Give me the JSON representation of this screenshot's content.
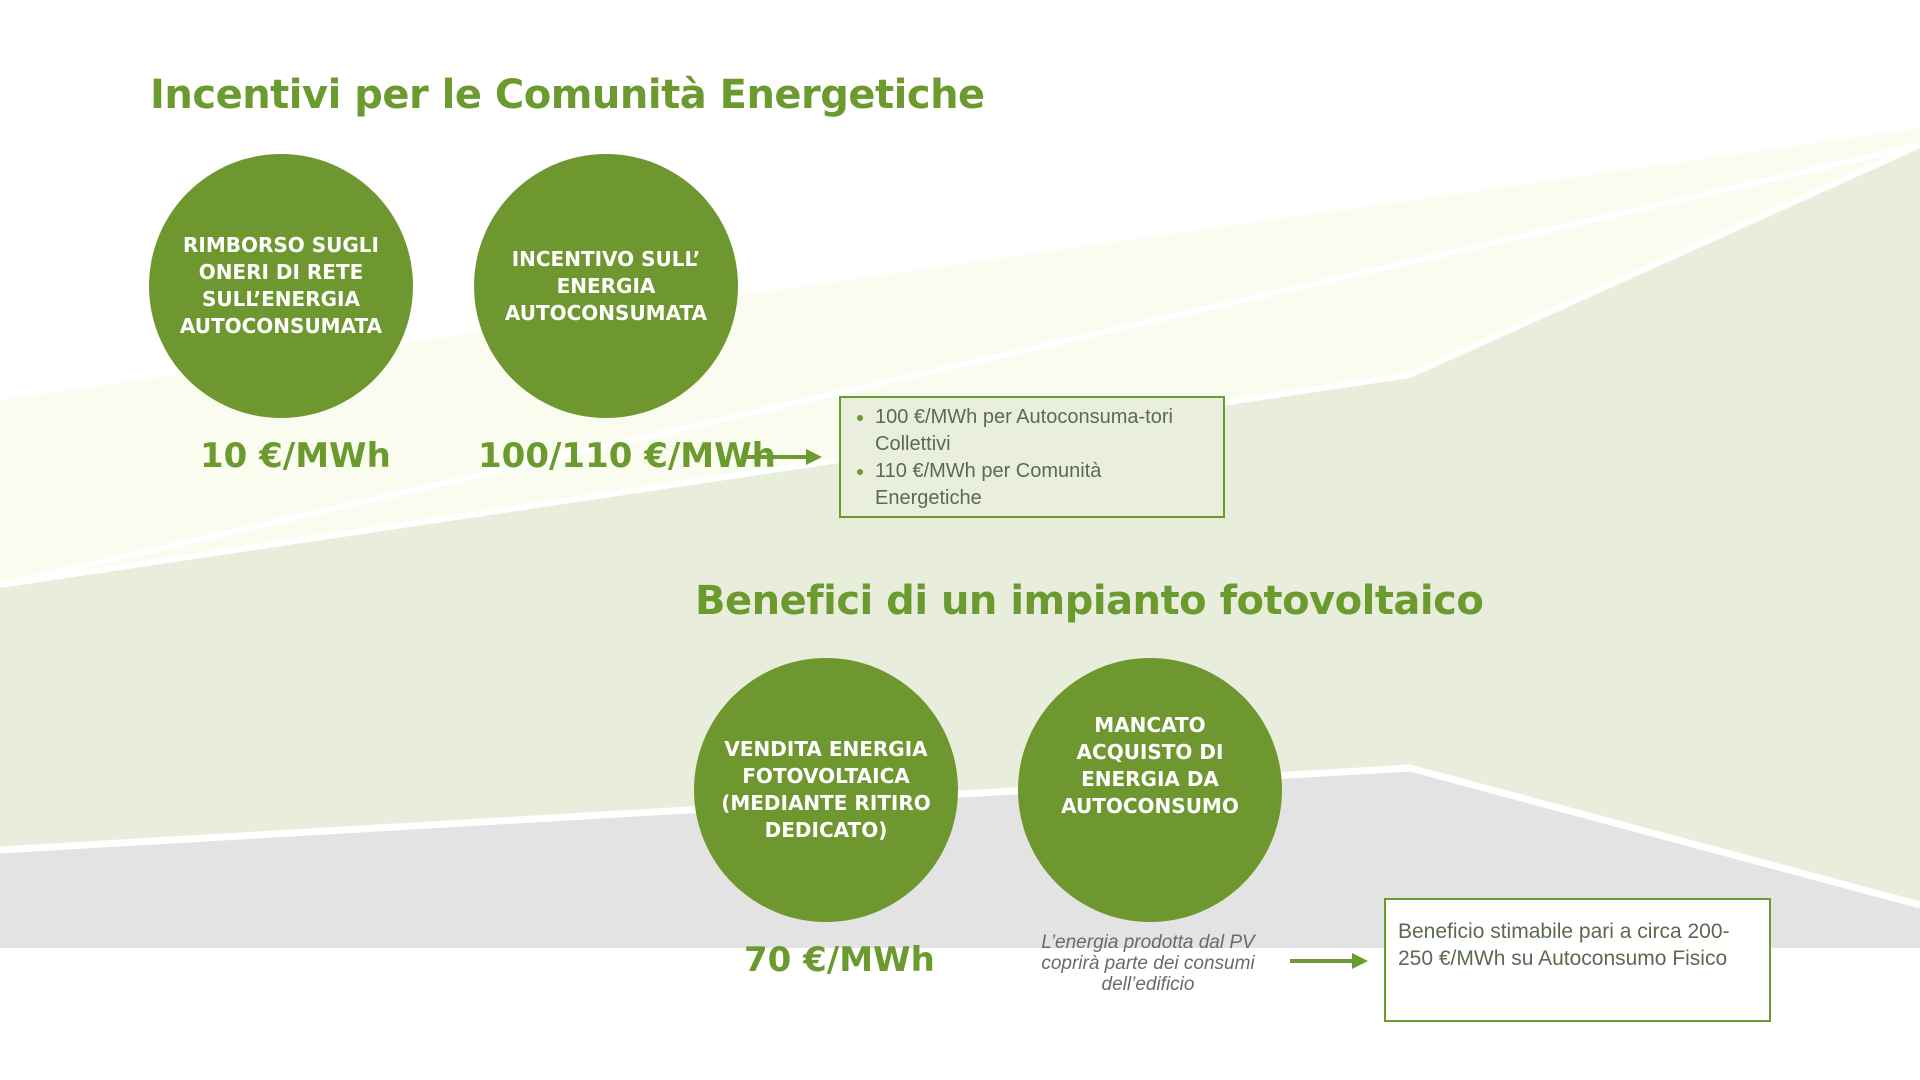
{
  "section1": {
    "title": "Incentivi per le Comunità Energetiche",
    "circle1": {
      "label": "RIMBORSO SUGLI ONERI DI RETE SULL’ENERGIA AUTOCONSUMATA",
      "value": "10 €/MWh"
    },
    "circle2": {
      "label": "INCENTIVO SULL’ ENERGIA AUTOCONSUMATA",
      "value": "100/110 €/MWh"
    },
    "detail_box": {
      "items": [
        "100 €/MWh per Autoconsuma-tori Collettivi",
        "110 €/MWh per Comunità Energetiche"
      ]
    }
  },
  "section2": {
    "title": "Benefici di un impianto fotovoltaico",
    "circle1": {
      "label": "VENDITA ENERGIA FOTOVOLTAICA (MEDIANTE RITIRO DEDICATO)",
      "value": "70 €/MWh"
    },
    "circle2": {
      "label": "MANCATO ACQUISTO DI ENERGIA DA AUTOCONSUMO"
    },
    "note": "L’energia prodotta dal PV coprirà parte dei consumi dell’edificio",
    "benefit_box": "Beneficio stimabile pari a circa 200-250 €/MWh su Autoconsumo Fisico"
  },
  "colors": {
    "accent_green": "#6b9a2e",
    "circle_green": "#6f972f",
    "band_light": "#fbfcf0",
    "band_mid": "#e9eddc",
    "band_gray": "#e3e3e3"
  }
}
